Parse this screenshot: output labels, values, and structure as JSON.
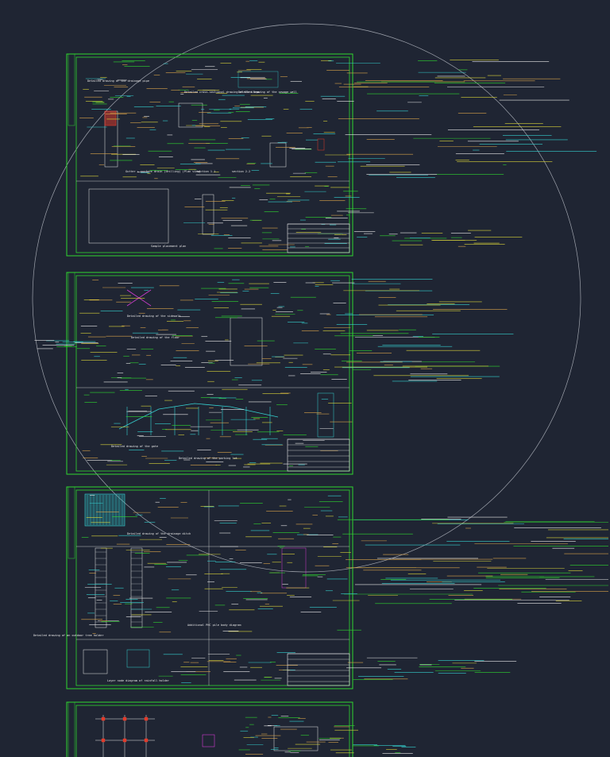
{
  "drawing": {
    "background": "#1f2533",
    "frame_color": "#2fd62f",
    "line_white": "#e8e8e8",
    "text_orange": "#d7a24a",
    "text_yellow": "#d8d23a",
    "accent_cyan": "#35d0d0",
    "accent_magenta": "#d23bd2",
    "accent_red": "#e33a2a"
  },
  "sheets": [
    {
      "id": "sheet-1",
      "labels": [
        "Detailed drawing of the drainage pipe",
        "Detailed cross-sectional drawing of the slope",
        "Detailed drawing of the sewage well",
        "Gutter + surface drain (drilling) (Plan view)",
        "section 1-1",
        "section 2-2",
        "Sample placement plan"
      ]
    },
    {
      "id": "sheet-2",
      "labels": [
        "Detailed drawing of the sidewalk",
        "Detailed drawing of the floor",
        "Detailed drawing of the gate",
        "Detailed drawing of the parking lot"
      ]
    },
    {
      "id": "sheet-3",
      "labels": [
        "Detailed drawing of the drainage ditch",
        "Detailed drawing of an outdoor tree holder",
        "Layer node diagram of rainfall holder",
        "Additional PHC pile body diagram"
      ]
    },
    {
      "id": "sheet-4",
      "labels": []
    }
  ]
}
